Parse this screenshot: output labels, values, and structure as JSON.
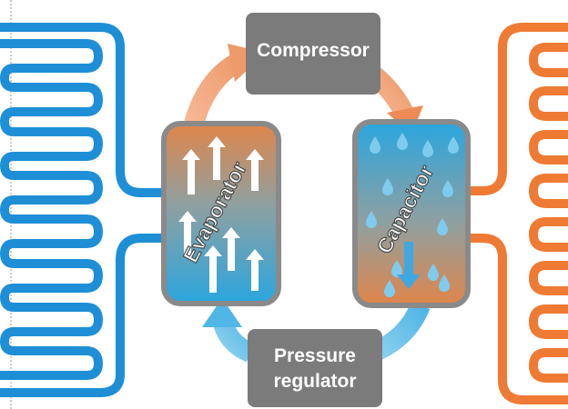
{
  "labels": {
    "compressor": "Compressor",
    "pressure_line1": "Pressure",
    "pressure_line2": "regulator",
    "evaporator": "Evaporator",
    "capacitor": "Capacitor"
  },
  "colors": {
    "cold_coil": "#1e8fd6",
    "hot_coil": "#ee7a34",
    "box_gray": "#7b7b7b",
    "frame_gray": "#8a8a8a",
    "warm_orange": "#e0854a",
    "cool_blue": "#2aa6df",
    "flow_orange": "#f2a47c",
    "flow_blue": "#6fc3ea",
    "label_text": "#ffffff"
  }
}
